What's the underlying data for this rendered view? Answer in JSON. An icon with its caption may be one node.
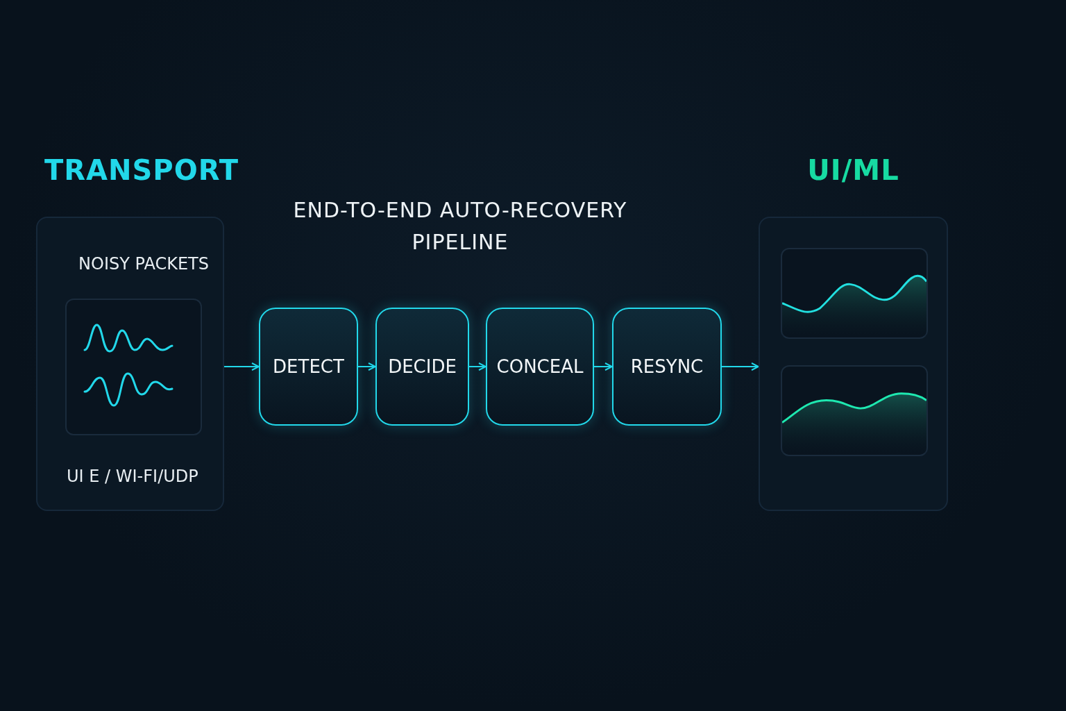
{
  "diagram": {
    "title": "END-TO-END AUTO-RECOVERY PIPELINE",
    "nodes": [
      {
        "text": [
          "TRANSPORT",
          "NOISY PACKETS",
          "UI E / WI-FI/UDP"
        ]
      },
      {
        "text": [],
        "shape": "picture",
        "in": 0
      },
      {
        "text": [
          "DETECT"
        ]
      },
      {
        "text": [
          "DECIDE"
        ]
      },
      {
        "text": [
          "CONCEAL"
        ]
      },
      {
        "text": [
          "RESYNC"
        ]
      },
      {
        "text": [
          "UI/ML"
        ]
      },
      {
        "text": [],
        "shape": "picture",
        "in": 6
      },
      {
        "text": [],
        "shape": "picture",
        "in": 6
      }
    ],
    "edges": [
      {
        "from": 0,
        "to": 2,
        "arrow": "to"
      },
      {
        "from": 2,
        "to": 3,
        "arrow": "to"
      },
      {
        "from": 3,
        "to": 4,
        "arrow": "to"
      },
      {
        "from": 4,
        "to": 5,
        "arrow": "to"
      },
      {
        "from": 5,
        "to": 6,
        "arrow": "to"
      }
    ]
  }
}
